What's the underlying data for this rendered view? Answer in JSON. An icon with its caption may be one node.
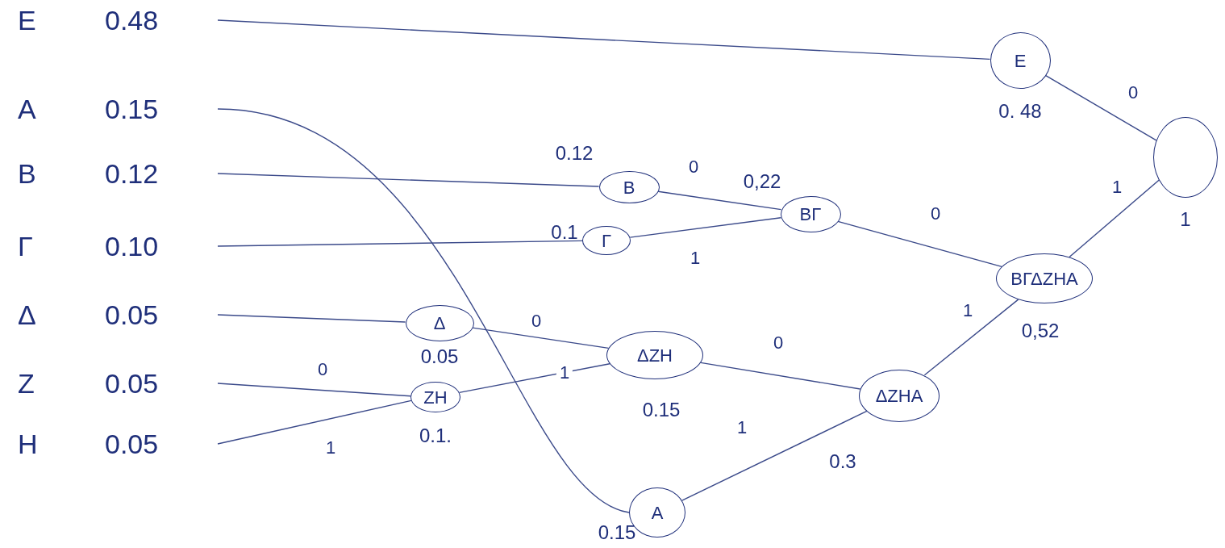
{
  "diagram": {
    "nodes": [
      {
        "text": [
          "Ε",
          "0.48"
        ]
      },
      {
        "text": [
          "Α",
          "0.15"
        ]
      },
      {
        "text": [
          "Β",
          "0.12"
        ]
      },
      {
        "text": [
          "Γ",
          "0.10"
        ]
      },
      {
        "text": [
          "Δ",
          "0.05"
        ]
      },
      {
        "text": [
          "Ζ",
          "0.05"
        ]
      },
      {
        "text": [
          "Η",
          "0.05"
        ]
      },
      {
        "text": [
          "Ε"
        ],
        "beside": [
          "0. 48"
        ]
      },
      {
        "text": [],
        "shape": "circle",
        "beside": [
          "1"
        ]
      },
      {
        "text": [
          "Β"
        ],
        "beside": [
          "0.12"
        ]
      },
      {
        "text": [
          "ΒΓ"
        ],
        "beside": [
          "0,22"
        ]
      },
      {
        "text": [
          "Γ"
        ],
        "beside": [
          "0.1"
        ]
      },
      {
        "text": [
          "ΒΓΔΖΗΑ"
        ],
        "beside": [
          "0,52"
        ]
      },
      {
        "text": [
          "Δ"
        ],
        "beside": [
          "0.05"
        ]
      },
      {
        "text": [
          "ΔΖΗ"
        ],
        "beside": [
          "0.15"
        ]
      },
      {
        "text": [
          "ΖΗ"
        ],
        "beside": [
          "0.1."
        ]
      },
      {
        "text": [
          "ΔΖΗΑ"
        ],
        "beside": [
          "0.3"
        ]
      },
      {
        "text": [
          "Α"
        ],
        "beside": [
          "0.15"
        ]
      }
    ],
    "edges": [
      {
        "from": 0,
        "to": 7,
        "arrow": "none"
      },
      {
        "from": 1,
        "to": 17,
        "arrow": "none"
      },
      {
        "from": 2,
        "to": 9,
        "arrow": "none"
      },
      {
        "from": 3,
        "to": 11,
        "arrow": "none"
      },
      {
        "from": 4,
        "to": 13,
        "arrow": "none"
      },
      {
        "from": 5,
        "to": 15,
        "arrow": "none",
        "label": "0"
      },
      {
        "from": 6,
        "to": 15,
        "arrow": "none",
        "label": "1"
      },
      {
        "from": 13,
        "to": 14,
        "arrow": "none",
        "label": "0"
      },
      {
        "from": 15,
        "to": 14,
        "arrow": "none",
        "label": "1"
      },
      {
        "from": 14,
        "to": 16,
        "arrow": "none",
        "label": "0"
      },
      {
        "from": 17,
        "to": 16,
        "arrow": "none",
        "label": "1"
      },
      {
        "from": 9,
        "to": 10,
        "arrow": "none",
        "label": "0"
      },
      {
        "from": 11,
        "to": 10,
        "arrow": "none",
        "label": "1"
      },
      {
        "from": 10,
        "to": 12,
        "arrow": "none",
        "label": "0"
      },
      {
        "from": 16,
        "to": 12,
        "arrow": "none",
        "label": "1"
      },
      {
        "from": 7,
        "to": 8,
        "arrow": "none",
        "label": "0"
      },
      {
        "from": 12,
        "to": 8,
        "arrow": "none",
        "label": "1"
      }
    ]
  }
}
